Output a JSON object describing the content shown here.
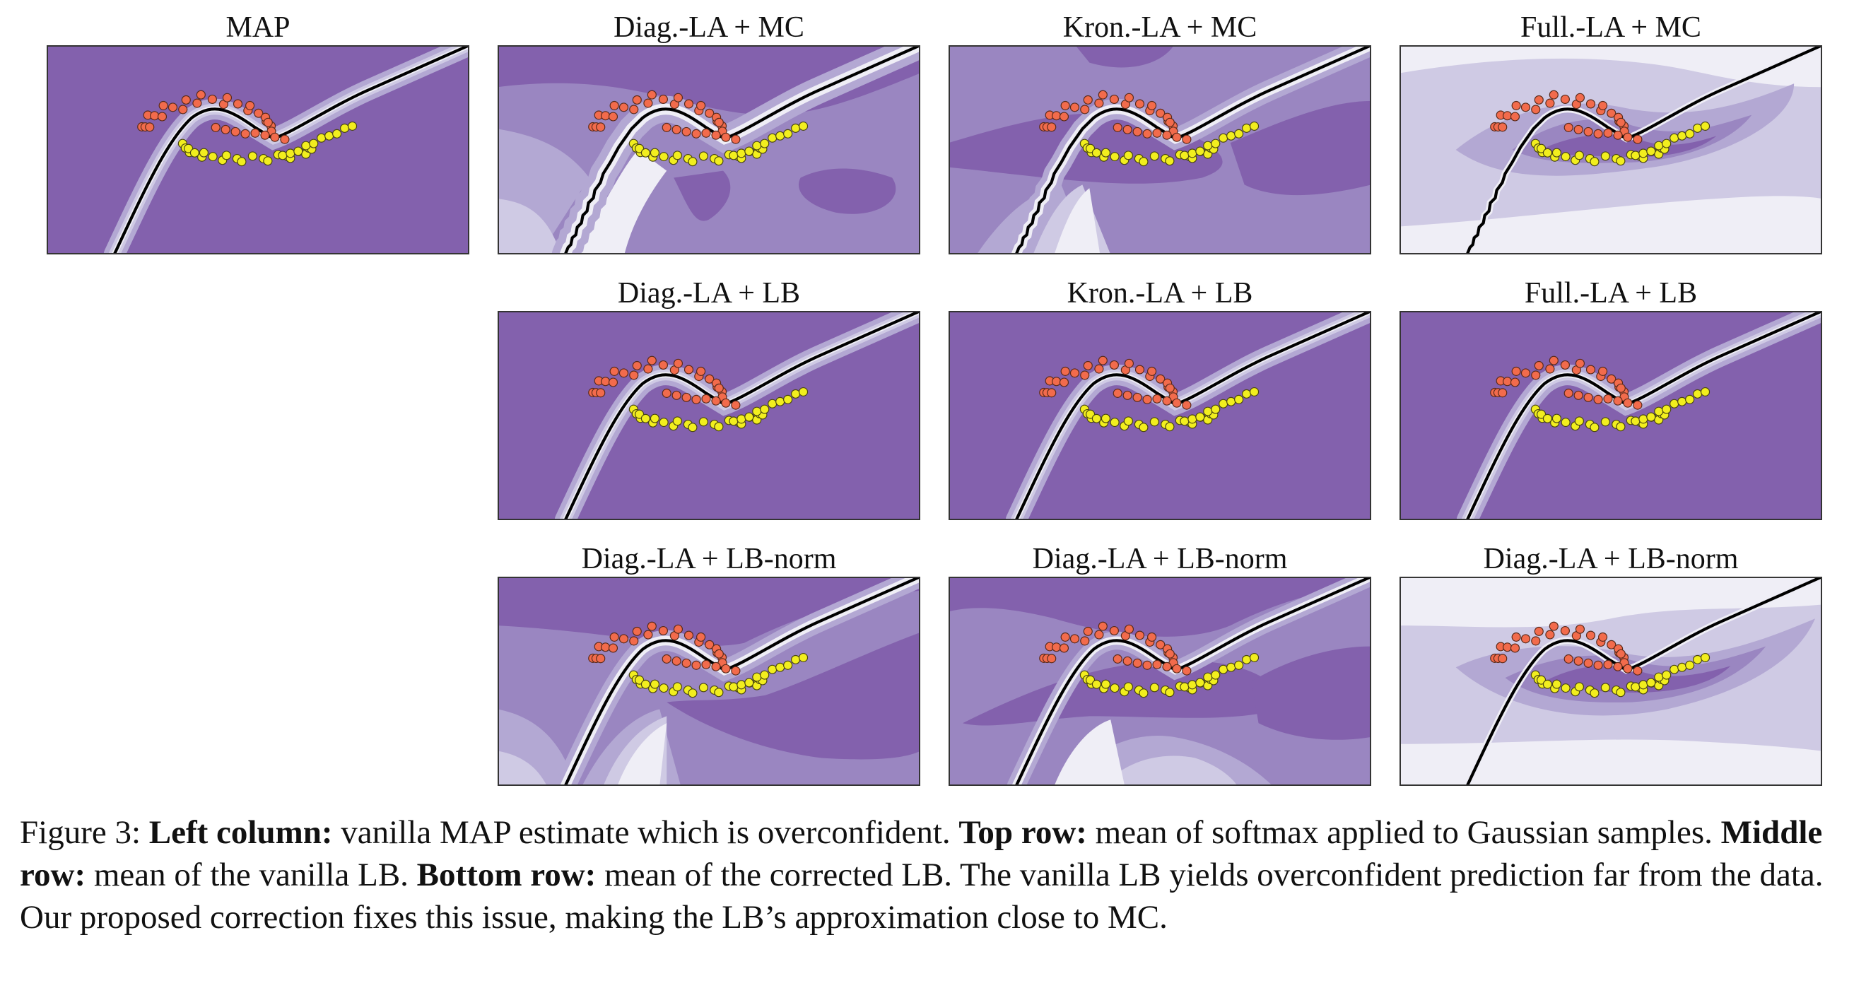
{
  "figure": {
    "panels": [
      {
        "title": "MAP",
        "row": 0,
        "col": 0,
        "style": "map"
      },
      {
        "title": "Diag.-LA + MC",
        "row": 0,
        "col": 1,
        "style": "diag_mc"
      },
      {
        "title": "Kron.-LA + MC",
        "row": 0,
        "col": 2,
        "style": "kron_mc"
      },
      {
        "title": "Full.-LA + MC",
        "row": 0,
        "col": 3,
        "style": "full_mc"
      },
      {
        "title": "Diag.-LA + LB",
        "row": 1,
        "col": 1,
        "style": "lb"
      },
      {
        "title": "Kron.-LA + LB",
        "row": 1,
        "col": 2,
        "style": "lb"
      },
      {
        "title": "Full.-LA + LB",
        "row": 1,
        "col": 3,
        "style": "lb"
      },
      {
        "title": "Diag.-LA + LB-norm",
        "row": 2,
        "col": 1,
        "style": "diag_norm"
      },
      {
        "title": "Diag.-LA + LB-norm",
        "row": 2,
        "col": 2,
        "style": "kron_norm"
      },
      {
        "title": "Diag.-LA + LB-norm",
        "row": 2,
        "col": 3,
        "style": "full_norm"
      }
    ],
    "colors": {
      "confident": "#8361ad",
      "level_2": "#9a86c1",
      "level_3": "#b3a8d3",
      "level_4": "#cfcae4",
      "uncertain": "#efeef6",
      "boundary": "#000000",
      "class_a": "#f26b4c",
      "class_b": "#f2ee1e",
      "frame": "#333333"
    }
  },
  "caption": {
    "figure_label": "Figure 3:",
    "left_column_label": "Left column:",
    "left_column_text": "vanilla MAP estimate which is overconfident.",
    "top_row_label": "Top row:",
    "top_row_text": "mean of softmax applied to Gaussian samples.",
    "middle_row_label": "Middle row:",
    "middle_row_text": "mean of the vanilla LB.",
    "bottom_row_label": "Bottom row:",
    "bottom_row_text": "mean of the corrected LB. The vanilla LB yields overconfident prediction far from the data. Our proposed correction fixes this issue, making the LB’s approximation close to MC."
  }
}
